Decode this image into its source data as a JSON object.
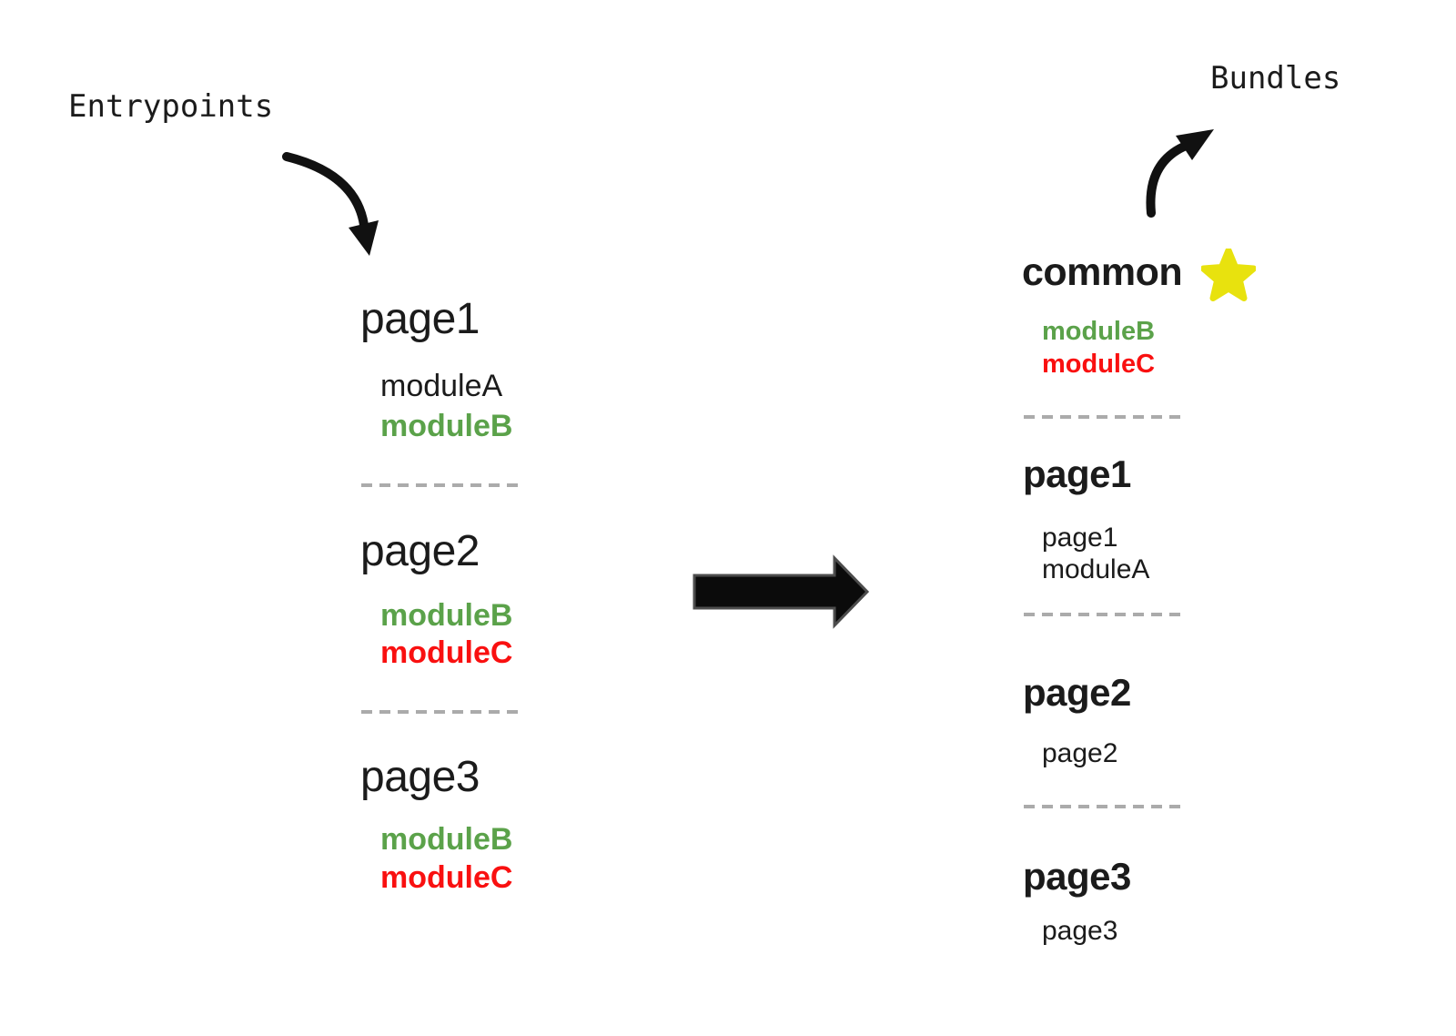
{
  "labels": {
    "entrypoints": "Entrypoints",
    "bundles": "Bundles"
  },
  "colors": {
    "ink": "#1b1b1b",
    "module_green": "#5ba24a",
    "module_red": "#f91010",
    "star_yellow": "#e8e20e",
    "dash_gray": "#ababab",
    "arrow_outline": "#4d4d4d"
  },
  "icons": {
    "common_star": "star-icon",
    "entry_arrow": "curved-down-arrow-icon",
    "bundle_arrow": "curved-up-arrow-icon",
    "transform_arrow": "right-arrow-icon"
  },
  "entrypoints": [
    {
      "title": "page1",
      "modules": [
        {
          "name": "moduleA",
          "tone": "plain"
        },
        {
          "name": "moduleB",
          "tone": "green"
        }
      ]
    },
    {
      "title": "page2",
      "modules": [
        {
          "name": "moduleB",
          "tone": "green"
        },
        {
          "name": "moduleC",
          "tone": "red"
        }
      ]
    },
    {
      "title": "page3",
      "modules": [
        {
          "name": "moduleB",
          "tone": "green"
        },
        {
          "name": "moduleC",
          "tone": "red"
        }
      ]
    }
  ],
  "bundles": [
    {
      "title": "common",
      "starred": true,
      "modules": [
        {
          "name": "moduleB",
          "tone": "green"
        },
        {
          "name": "moduleC",
          "tone": "red"
        }
      ]
    },
    {
      "title": "page1",
      "starred": false,
      "modules": [
        {
          "name": "page1",
          "tone": "plain"
        },
        {
          "name": "moduleA",
          "tone": "plain"
        }
      ]
    },
    {
      "title": "page2",
      "starred": false,
      "modules": [
        {
          "name": "page2",
          "tone": "plain"
        }
      ]
    },
    {
      "title": "page3",
      "starred": false,
      "modules": [
        {
          "name": "page3",
          "tone": "plain"
        }
      ]
    }
  ]
}
